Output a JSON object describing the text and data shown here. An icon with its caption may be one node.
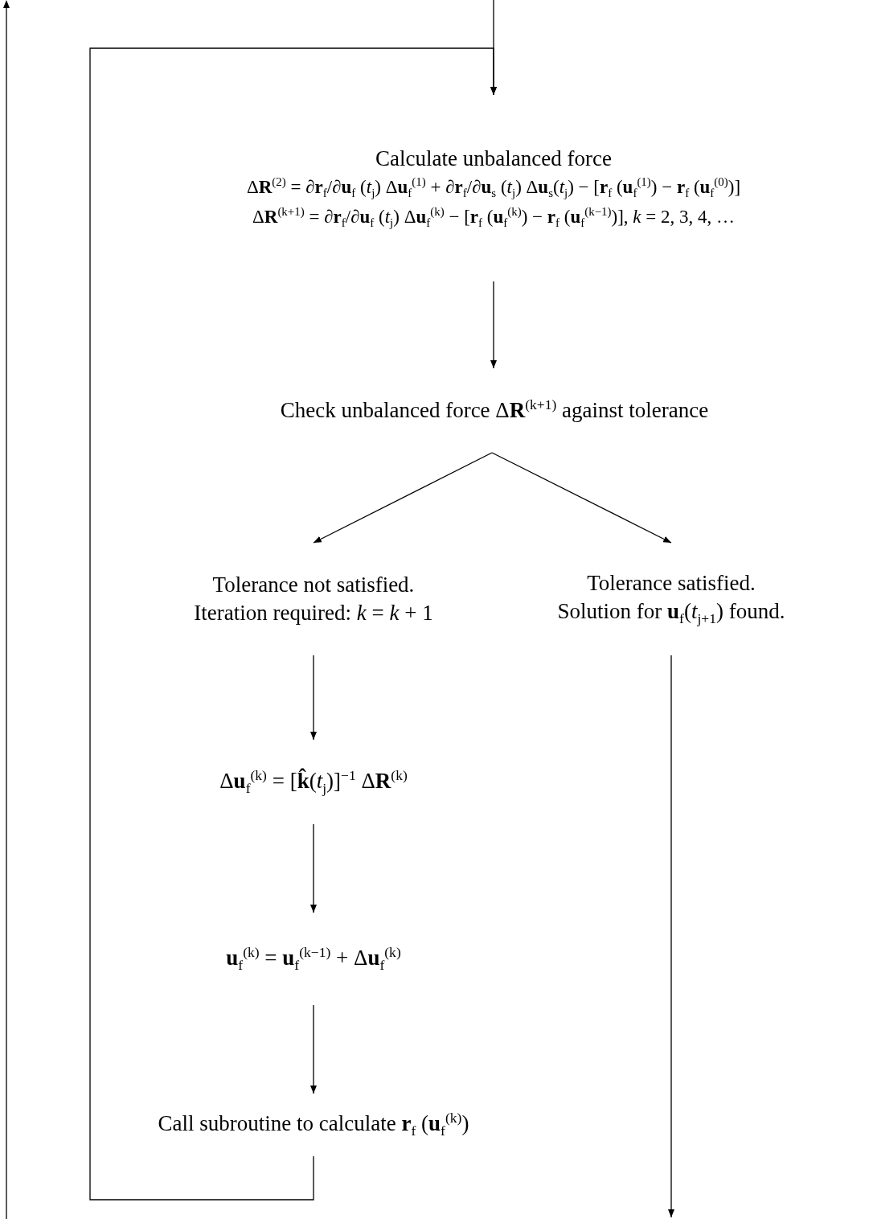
{
  "diagram": {
    "nodes": [
      {
        "text": [
          "Calculate unbalanced force",
          "Δ**R**$^{(2)}$ = ∂**r**$_{f}$/∂**u**$_{f}$ (*t*$_{j}$) Δ**u**$_{f}$$^{(1)}$ + ∂**r**$_{f}$/∂**u**$_{s}$ (*t*$_{j}$) Δ**u**$_{s}$(*t*$_{j}$) − [**r**$_{f}$ (**u**$_{f}$$^{(1)}$) − **r**$_{f}$ (**u**$_{f}$$^{(0)}$)]",
          "Δ**R**$^{(k+1)}$ = ∂**r**$_{f}$/∂**u**$_{f}$ (*t*$_{j}$) Δ**u**$_{f}$$^{(k)}$ − [**r**$_{f}$ (**u**$_{f}$$^{(k)}$) − **r**$_{f}$ (**u**$_{f}$$^{(k−1)}$)], *k* = 2, 3, 4, …"
        ]
      },
      {
        "text": [
          "Check unbalanced force Δ**R**$^{(k+1)}$ against tolerance"
        ]
      },
      {
        "text": [
          "Tolerance not satisfied.",
          "Iteration required: *k* = *k* + 1"
        ]
      },
      {
        "text": [
          "Tolerance satisfied.",
          "Solution for **u**$_{f}$(*t*$_{j+1}$) found."
        ]
      },
      {
        "text": [
          "Δ**u**$_{f}$$^{(k)}$ = [**k̂**(*t*$_{j}$)]$^{−1}$ Δ**R**$^{(k)}$"
        ]
      },
      {
        "text": [
          "**u**$_{f}$$^{(k)}$ = **u**$_{f}$$^{(k−1)}$ + Δ**u**$_{f}$$^{(k)}$"
        ]
      },
      {
        "text": [
          "Call subroutine to calculate **r**$_{f}$ (**u**$_{f}$$^{(k)}$)"
        ]
      }
    ],
    "edges": [
      {
        "from": null,
        "to": 0,
        "arrow": "to"
      },
      {
        "from": 6,
        "to": 0,
        "arrow": "to"
      },
      {
        "from": 0,
        "to": 1,
        "arrow": "to"
      },
      {
        "from": 1,
        "to": 2,
        "arrow": "to"
      },
      {
        "from": 1,
        "to": 3,
        "arrow": "to"
      },
      {
        "from": 2,
        "to": 4,
        "arrow": "to"
      },
      {
        "from": 4,
        "to": 5,
        "arrow": "to"
      },
      {
        "from": 5,
        "to": 6,
        "arrow": "to"
      },
      {
        "from": 3,
        "to": null,
        "arrow": "to"
      }
    ]
  }
}
